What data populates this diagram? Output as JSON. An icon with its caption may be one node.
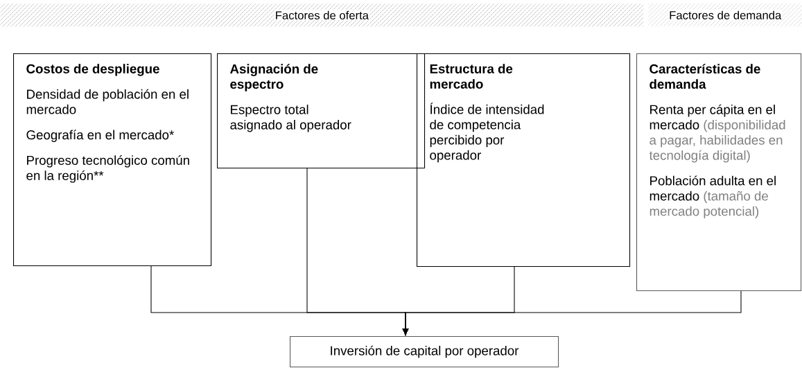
{
  "diagram": {
    "nodes": [
      {
        "text": [
          "Factores de oferta"
        ]
      },
      {
        "text": [
          "Factores de demanda"
        ]
      },
      {
        "text": [
          "Costos de despliegue",
          "Densidad de población en el mercado",
          "Geografía en el mercado*",
          "Progreso tecnológico común en la región**"
        ]
      },
      {
        "text": [
          "Asignación de espectro",
          "Espectro total asignado al operador"
        ]
      },
      {
        "text": [
          "Estructura de mercado",
          "Índice de intensidad de competencia percibido por operador"
        ]
      },
      {
        "text": [
          "Características de demanda",
          "Renta per cápita en el mercado",
          "(disponibilidad a pagar, habilidades en tecnología digital)",
          "Población adulta en el mercado",
          "(tamaño de mercado potencial)"
        ]
      },
      {
        "text": [
          "Inversión de capital por operador"
        ]
      }
    ],
    "edges": [
      {
        "from": 2,
        "to": 6,
        "arrow": "to"
      },
      {
        "from": 3,
        "to": 6,
        "arrow": "to"
      },
      {
        "from": 4,
        "to": 6,
        "arrow": "to"
      },
      {
        "from": 5,
        "to": 6,
        "arrow": "to"
      }
    ]
  }
}
